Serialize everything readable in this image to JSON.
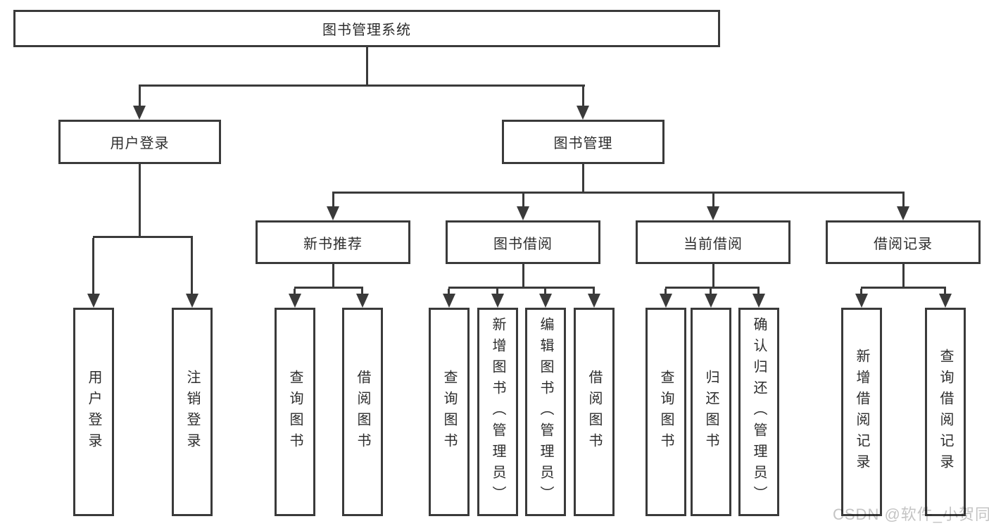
{
  "diagram": {
    "root": {
      "label": "图书管理系统"
    },
    "level2": [
      {
        "label": "用户登录"
      },
      {
        "label": "图书管理"
      }
    ],
    "level3": [
      {
        "label": "新书推荐"
      },
      {
        "label": "图书借阅"
      },
      {
        "label": "当前借阅"
      },
      {
        "label": "借阅记录"
      }
    ],
    "leaves": {
      "user_login": [
        {
          "label": "用户登录"
        },
        {
          "label": "注销登录"
        }
      ],
      "new_book": [
        {
          "label": "查询图书"
        },
        {
          "label": "借阅图书"
        }
      ],
      "borrow": [
        {
          "label": "查询图书"
        },
        {
          "label": "新增图书（管理员）"
        },
        {
          "label": "编辑图书（管理员）"
        },
        {
          "label": "借阅图书"
        }
      ],
      "current": [
        {
          "label": "查询图书"
        },
        {
          "label": "归还图书"
        },
        {
          "label": "确认归还（管理员）"
        }
      ],
      "records": [
        {
          "label": "新增借阅记录"
        },
        {
          "label": "查询借阅记录"
        }
      ]
    }
  },
  "watermark": {
    "text": "CSDN @软件_小贺同学"
  },
  "colors": {
    "line": "#3a3a3a",
    "text": "#2d2d2d",
    "watermark": "#c4c4c4",
    "background": "#ffffff"
  }
}
